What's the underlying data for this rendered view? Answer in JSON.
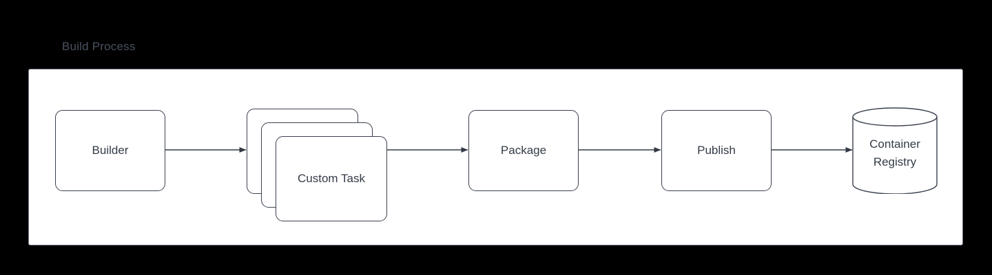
{
  "diagram": {
    "title": "Build Process",
    "background_color": "#000000",
    "panel_color": "#ffffff",
    "node_border_color": "#39404d",
    "node_text_color": "#343b47",
    "title_color": "#4a5160",
    "edge_color": "#333a45",
    "nodes": [
      {
        "id": "builder",
        "label": "Builder",
        "shape": "rounded-rectangle"
      },
      {
        "id": "custom-task",
        "label": "Custom Task",
        "shape": "stacked-rounded-rectangle",
        "stack_count": 3
      },
      {
        "id": "package",
        "label": "Package",
        "shape": "rounded-rectangle"
      },
      {
        "id": "publish",
        "label": "Publish",
        "shape": "rounded-rectangle"
      },
      {
        "id": "container-registry",
        "label_line1": "Container",
        "label_line2": "Registry",
        "shape": "cylinder"
      }
    ],
    "edges": [
      {
        "from": "builder",
        "to": "custom-task",
        "arrow": "solid-triangle"
      },
      {
        "from": "custom-task",
        "to": "package",
        "arrow": "solid-triangle"
      },
      {
        "from": "package",
        "to": "publish",
        "arrow": "solid-triangle"
      },
      {
        "from": "publish",
        "to": "container-registry",
        "arrow": "solid-triangle"
      }
    ]
  }
}
